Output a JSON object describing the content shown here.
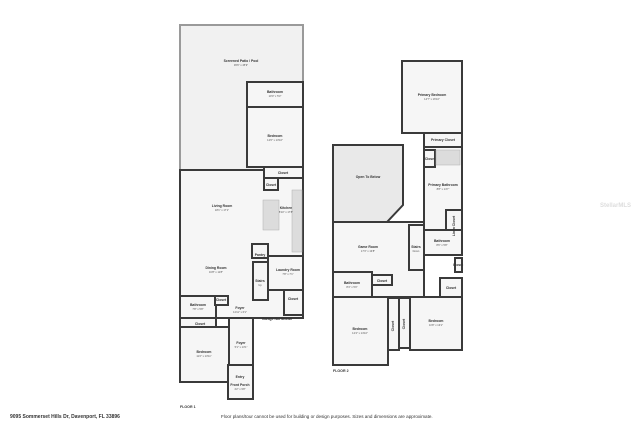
{
  "floor1": {
    "label": "FLOOR 1",
    "rooms": [
      {
        "name": "Screened Patio / Pool",
        "dim": "36'6\" x 45'9\""
      },
      {
        "name": "Bathroom",
        "dim": "10'0\" x 5'3\""
      },
      {
        "name": "Bedroom",
        "dim": "12'6\" x 13'10\""
      },
      {
        "name": "Closet"
      },
      {
        "name": "Closet"
      },
      {
        "name": "Living Room",
        "dim": "18'1\" x 17'1\""
      },
      {
        "name": "Kitchen",
        "dim": "8'10\" x 17'8\""
      },
      {
        "name": "Pantry"
      },
      {
        "name": "Dining Room",
        "dim": "16'8\" x 11'8\""
      },
      {
        "name": "Laundry Room",
        "dim": "7'8\" x 7'1\""
      },
      {
        "name": "Stairs",
        "dim": "Up"
      },
      {
        "name": "Closet"
      },
      {
        "name": "Bathroom",
        "dim": "7'8\" x 5'8\""
      },
      {
        "name": "Closet"
      },
      {
        "name": "Foyer",
        "dim": "11'11\" x 6'1\""
      },
      {
        "name": "Garage Not Shown"
      },
      {
        "name": "Closet"
      },
      {
        "name": "Bedroom",
        "dim": "11'2\" x 13'11\""
      },
      {
        "name": "Foyer",
        "dim": "5'1\" x 13'1\""
      },
      {
        "name": "Entry"
      },
      {
        "name": "Front Porch",
        "dim": "4'2\" x 9'8\""
      }
    ]
  },
  "floor2": {
    "label": "FLOOR 2",
    "rooms": [
      {
        "name": "Primary Bedroom",
        "dim": "14'7\" x 16'10\""
      },
      {
        "name": "Primary Closet"
      },
      {
        "name": "Closet"
      },
      {
        "name": "Open To Below"
      },
      {
        "name": "Primary Bathroom",
        "dim": "8'8\" x 14'7\""
      },
      {
        "name": "Game Room",
        "dim": "17'3\" x 13'8\""
      },
      {
        "name": "Stairs",
        "dim": "Down"
      },
      {
        "name": "Bathroom",
        "dim": "8'6\" x 5'8\""
      },
      {
        "name": "Closet"
      },
      {
        "name": "Closet"
      },
      {
        "name": "Bathroom",
        "dim": "8'4\" x 5'0\""
      },
      {
        "name": "Closet"
      },
      {
        "name": "Bedroom",
        "dim": "12'4\" x 14'10\""
      },
      {
        "name": "Closet"
      },
      {
        "name": "Closet"
      },
      {
        "name": "Bedroom",
        "dim": "11'8\" x 13'1\""
      },
      {
        "name": "Linen Closet"
      }
    ]
  },
  "footer": {
    "address": "9095 Sommerset Hills Dr, Davenport, FL 33896",
    "disclaimer": "Floor plans/tour cannot be used for building or design purposes. Sizes and dimensions are approximate."
  },
  "watermark": "StellarMLS"
}
